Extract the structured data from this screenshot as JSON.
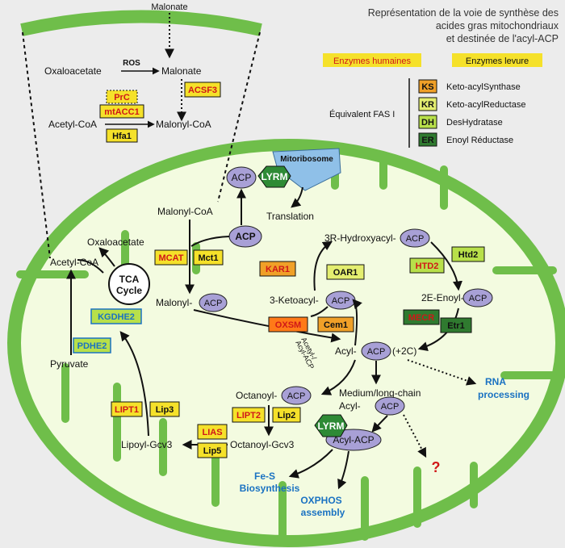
{
  "title": {
    "line1": "Représentation de la voie de synthèse des",
    "line2": "acides gras mitochondriaux",
    "line3": "et destinée de l'acyl-ACP"
  },
  "legend": {
    "human": "Enzymes humaines",
    "yeast": "Enzymes levure",
    "fas_label": "Équivalent FAS I",
    "items": [
      {
        "code": "KS",
        "label": "Keto-acylSynthase",
        "color": "#f0a028"
      },
      {
        "code": "KR",
        "label": "Keto-acylReductase",
        "color": "#e4ee70"
      },
      {
        "code": "DH",
        "label": "DesHydratase",
        "color": "#b8e04a"
      },
      {
        "code": "ER",
        "label": "Enoyl Réductase",
        "color": "#2f7a2f"
      }
    ]
  },
  "colors": {
    "membrane": "#6fbe4a",
    "matrix": "#f3fbe0",
    "enzyme_yellow": "#f5e12a",
    "acp": "#a8a0d6",
    "lyrm": "#2e8a35",
    "ribosome": "#8fc0e8",
    "blue_text": "#1a72c2",
    "question": "#d01818"
  },
  "cytosol": {
    "malonate_top": "Malonate",
    "oxaloacetate": "Oxaloacetate",
    "ros": "ROS",
    "malonate": "Malonate",
    "prc": "PrC",
    "mtacc1": "mtACC1",
    "acsf3": "ACSF3",
    "acetylcoa": "Acetyl-CoA",
    "malonylcoa": "Malonyl-CoA",
    "hfa1": "Hfa1"
  },
  "matrix": {
    "acp": "ACP",
    "lyrm": "LYRM",
    "mitoribosome": "Mitoribosome",
    "translation": "Translation",
    "malonylcoa": "Malonyl-CoA",
    "oxaloacetate": "Oxaloacetate",
    "acetylcoa": "Acetyl-CoA",
    "tca1": "TCA",
    "tca2": "Cycle",
    "kgdhe2": "KGDHE2",
    "pdhe2": "PDHE2",
    "pyruvate": "Pyruvate",
    "mcat": "MCAT",
    "mct1": "Mct1",
    "malonyl": "Malonyl-",
    "hydroxyacyl": "3R-Hydroxyacyl-",
    "kar1": "KAR1",
    "oar1": "OAR1",
    "htd2": "HTD2",
    "htd2y": "Htd2",
    "ketoacyl": "3-Ketoacyl-",
    "enoyl": "2E-Enoyl-",
    "oxsm": "OXSM",
    "cem1": "Cem1",
    "mecr": "MECR",
    "etr1": "Etr1",
    "acetyl_acp1": "Acetyl-/",
    "acetyl_acp2": "Acyl-ACP",
    "acyl": "Acyl-",
    "plus2c": "(+2C)",
    "rna1": "RNA",
    "rna2": "processing",
    "octanoyl": "Octanoyl-",
    "medium1": "Medium/long-chain",
    "medium2": "Acyl-",
    "lipt2": "LIPT2",
    "lip2": "Lip2",
    "octanoylgcv3": "Octanoyl-Gcv3",
    "lipt1": "LIPT1",
    "lip3": "Lip3",
    "lias": "LIAS",
    "lip5": "Lip5",
    "lipoylgcv3": "Lipoyl-Gcv3",
    "acylacp": "Acyl-ACP",
    "question": "?",
    "fes1": "Fe-S",
    "fes2": "Biosynthesis",
    "oxphos1": "OXPHOS",
    "oxphos2": "assembly"
  }
}
